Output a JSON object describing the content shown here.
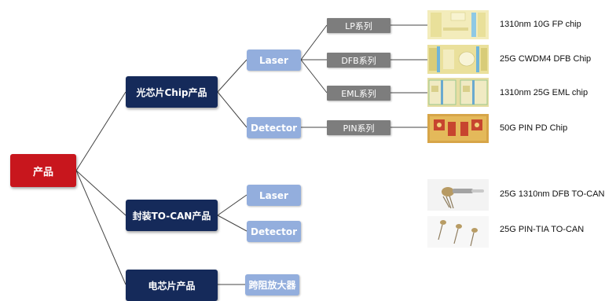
{
  "root": {
    "label": "产品"
  },
  "categories": [
    {
      "label": "光芯片Chip产品"
    },
    {
      "label": "封装TO-CAN产品"
    },
    {
      "label": "电芯片产品"
    }
  ],
  "subcategories": [
    {
      "label": "Laser"
    },
    {
      "label": "Detector"
    },
    {
      "label": "Laser"
    },
    {
      "label": "Detector"
    },
    {
      "label": "跨阻放大器"
    }
  ],
  "series": [
    {
      "label": "LP系列"
    },
    {
      "label": "DFB系列"
    },
    {
      "label": "EML系列"
    },
    {
      "label": "PIN系列"
    }
  ],
  "products": [
    {
      "label": "1310nm 10G FP chip",
      "image": "fp-chip-photo"
    },
    {
      "label": "25G CWDM4 DFB Chip",
      "image": "dfb-chip-photo"
    },
    {
      "label": "1310nm 25G EML chip",
      "image": "eml-chip-photo"
    },
    {
      "label": "50G PIN PD Chip",
      "image": "pin-pd-chip-photo"
    },
    {
      "label": "25G 1310nm DFB TO-CAN",
      "image": "dfb-to-can-photo"
    },
    {
      "label": "25G PIN-TIA TO-CAN",
      "image": "pin-tia-to-can-photo"
    }
  ],
  "colors": {
    "root": "#c8161d",
    "category": "#152a5a",
    "subcategory": "#93aedd",
    "series": "#7d7d7d",
    "connector": "#444444"
  }
}
